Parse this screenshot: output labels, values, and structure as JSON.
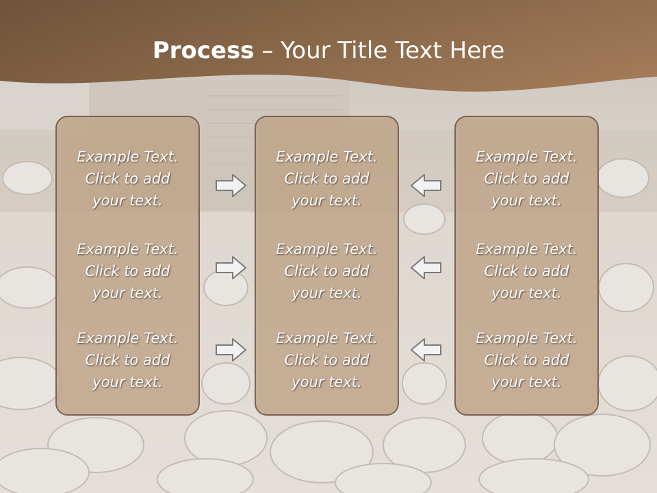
{
  "title": {
    "bold": "Process",
    "rest": " – Your Title Text Here"
  },
  "colors": {
    "header_band": "#8c6a4c",
    "panel_fill": "#bea084",
    "panel_border": "#7a6352",
    "arrow_fill": "#f2f2f2",
    "arrow_stroke": "#7a7a7a"
  },
  "icons": [
    "arrow-right-icon",
    "arrow-left-icon"
  ],
  "columns": [
    {
      "blocks": [
        {
          "line1": "Example Text.",
          "line2": "Click  to add",
          "line3": "your text."
        },
        {
          "line1": "Example Text.",
          "line2": "Click  to add",
          "line3": "your text."
        },
        {
          "line1": "Example Text.",
          "line2": "Click  to add",
          "line3": "your text."
        }
      ]
    },
    {
      "blocks": [
        {
          "line1": "Example Text.",
          "line2": "Click  to add",
          "line3": "your text."
        },
        {
          "line1": "Example Text.",
          "line2": "Click  to add",
          "line3": "your text."
        },
        {
          "line1": "Example Text.",
          "line2": "Click  to add",
          "line3": "your text."
        }
      ]
    },
    {
      "blocks": [
        {
          "line1": "Example Text.",
          "line2": "Click  to add",
          "line3": "your text."
        },
        {
          "line1": "Example Text.",
          "line2": "Click  to add",
          "line3": "your text."
        },
        {
          "line1": "Example Text.",
          "line2": "Click  to add",
          "line3": "your text."
        }
      ]
    }
  ]
}
